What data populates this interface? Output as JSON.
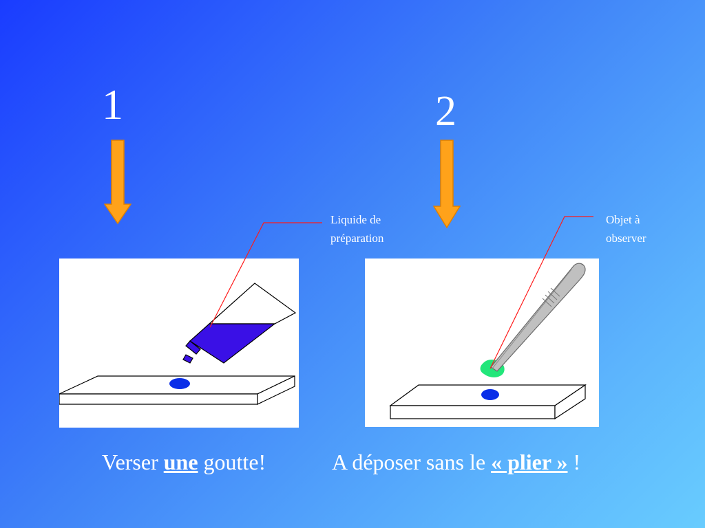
{
  "steps": [
    {
      "number": "1",
      "callout": [
        "Liquide de",
        "préparation"
      ],
      "caption": {
        "before": "Verser ",
        "emph": "une",
        "after": " goutte!"
      }
    },
    {
      "number": "2",
      "callout": [
        "Objet à",
        "observer"
      ],
      "caption": {
        "before": "A déposer sans le  ",
        "emph": "« plier »",
        "after": " !"
      }
    }
  ],
  "colors": {
    "arrow_fill": "#ffa21a",
    "arrow_stroke": "#e08000",
    "liquid": "#3a10e6",
    "drop": "#0a2ee8",
    "object": "#22e67a",
    "leader_line": "#ff1a1a"
  }
}
